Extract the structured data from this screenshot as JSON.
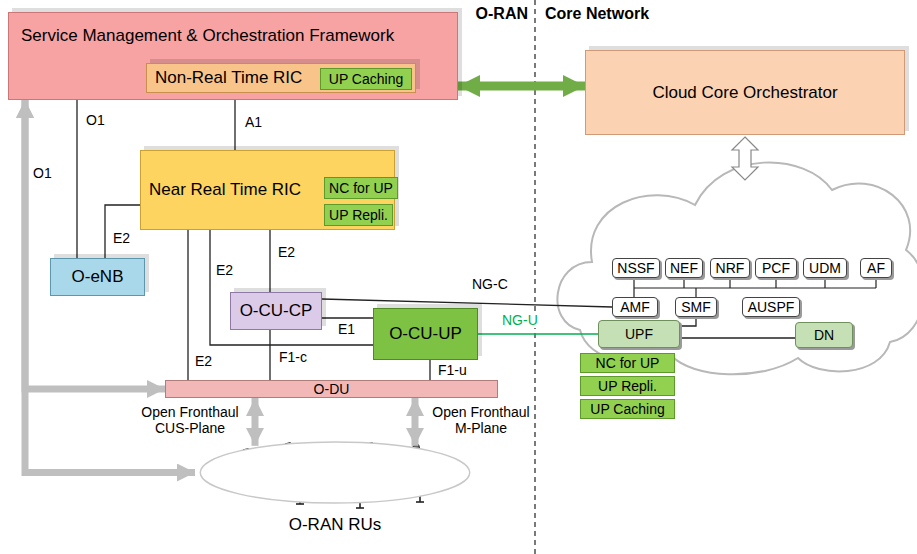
{
  "diagram": {
    "nodes": [
      {
        "text": [
          "Service Management & Orchestration Framework"
        ]
      },
      {
        "text": [
          "Non-Real Time RIC"
        ],
        "in": 0
      },
      {
        "text": [
          "UP Caching"
        ],
        "in": 1
      },
      {
        "text": [
          "Cloud Core Orchestrator"
        ]
      },
      {
        "text": [
          "Near Real Time RIC"
        ]
      },
      {
        "text": [
          "NC for UP"
        ],
        "in": 4
      },
      {
        "text": [
          "UP Repli."
        ],
        "in": 4
      },
      {
        "text": [
          "O-eNB"
        ]
      },
      {
        "text": [
          "O-CU-CP"
        ]
      },
      {
        "text": [
          "O-CU-UP"
        ]
      },
      {
        "text": [
          "O-DU"
        ]
      },
      {
        "text": [
          "O-RAN RUs"
        ]
      },
      {
        "text": [
          "NSSF"
        ]
      },
      {
        "text": [
          "NEF"
        ]
      },
      {
        "text": [
          "NRF"
        ]
      },
      {
        "text": [
          "PCF"
        ]
      },
      {
        "text": [
          "UDM"
        ]
      },
      {
        "text": [
          "AF"
        ]
      },
      {
        "text": [
          "AMF"
        ]
      },
      {
        "text": [
          "SMF"
        ]
      },
      {
        "text": [
          "AUSPF"
        ]
      },
      {
        "text": [
          "UPF"
        ]
      },
      {
        "text": [
          "DN"
        ]
      },
      {
        "text": [
          "NC for UP"
        ]
      },
      {
        "text": [
          "UP Repli."
        ]
      },
      {
        "text": [
          "UP Caching"
        ]
      }
    ],
    "edges": [
      {
        "from": 0,
        "to": 3,
        "arrow": "both"
      },
      {
        "from": 1,
        "to": 4,
        "arrow": "none",
        "label": "A1"
      },
      {
        "from": 0,
        "to": 7,
        "arrow": "none",
        "label": "O1"
      },
      {
        "from": 4,
        "to": 7,
        "arrow": "none",
        "label": "E2"
      },
      {
        "from": 4,
        "to": 8,
        "arrow": "none",
        "label": "E2"
      },
      {
        "from": 4,
        "to": 9,
        "arrow": "none",
        "label": "E2"
      },
      {
        "from": 4,
        "to": 10,
        "arrow": "none",
        "label": "E2"
      },
      {
        "from": 8,
        "to": 9,
        "arrow": "none",
        "label": "E1"
      },
      {
        "from": 8,
        "to": 18,
        "arrow": "none",
        "label": "NG-C"
      },
      {
        "from": 8,
        "to": 10,
        "arrow": "none",
        "label": "F1-c"
      },
      {
        "from": 9,
        "to": 10,
        "arrow": "none",
        "label": "F1-u"
      },
      {
        "from": 9,
        "to": 21,
        "arrow": "none",
        "label": "NG-U"
      },
      {
        "from": 0,
        "to": 10,
        "arrow": "both",
        "label": "O1"
      },
      {
        "from": 0,
        "to": 11,
        "arrow": "both"
      },
      {
        "from": 10,
        "to": 11,
        "arrow": "both",
        "label": "Open Fronthaul CUS-Plane"
      },
      {
        "from": 10,
        "to": 11,
        "arrow": "both",
        "label": "Open Fronthaul M-Plane"
      },
      {
        "from": 19,
        "to": 21,
        "arrow": "none"
      },
      {
        "from": 21,
        "to": 22,
        "arrow": "none"
      }
    ],
    "labels": [
      "O-RAN",
      "Core Network"
    ]
  }
}
